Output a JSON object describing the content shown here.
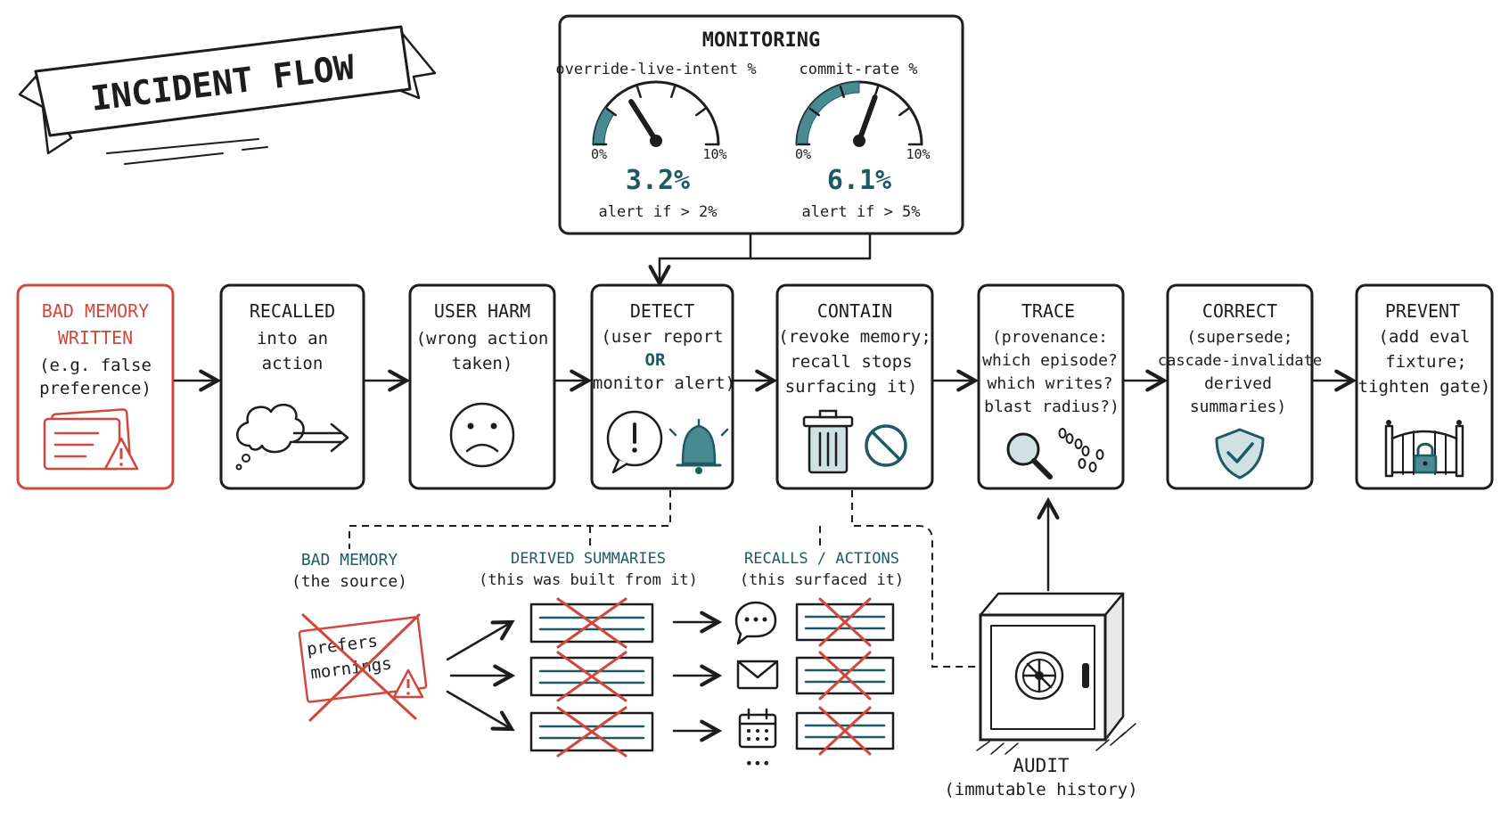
{
  "title": "INCIDENT FLOW",
  "colors": {
    "ink": "#1d1d1d",
    "alert_red": "#d2473c",
    "accent_teal": "#1e5a63"
  },
  "monitoring": {
    "title": "MONITORING",
    "gauges": [
      {
        "label": "override-live-intent %",
        "min": "0%",
        "max": "10%",
        "value": 3.2,
        "value_text": "3.2%",
        "threshold": 2,
        "alert_text": "alert if > 2%"
      },
      {
        "label": "commit-rate %",
        "min": "0%",
        "max": "10%",
        "value": 6.1,
        "value_text": "6.1%",
        "threshold": 5,
        "alert_text": "alert if > 5%"
      }
    ]
  },
  "steps": [
    {
      "id": "bad-memory",
      "title": [
        "BAD MEMORY",
        "WRITTEN"
      ],
      "desc": [
        "(e.g. false",
        "preference)"
      ],
      "icon": "warning-card-icon",
      "style": "alert"
    },
    {
      "id": "recalled",
      "title": [
        "RECALLED"
      ],
      "desc": [
        "into an",
        "action"
      ],
      "icon": "thought-arrow-icon"
    },
    {
      "id": "user-harm",
      "title": [
        "USER HARM"
      ],
      "desc": [
        "(wrong action",
        "taken)"
      ],
      "icon": "sad-face-icon"
    },
    {
      "id": "detect",
      "title": [
        "DETECT"
      ],
      "desc": [
        "(user report",
        "OR",
        "monitor alert)"
      ],
      "icon": "alert-bell-icon"
    },
    {
      "id": "contain",
      "title": [
        "CONTAIN"
      ],
      "desc": [
        "(revoke memory;",
        "recall stops",
        "surfacing it)"
      ],
      "icon": "trash-block-icon"
    },
    {
      "id": "trace",
      "title": [
        "TRACE"
      ],
      "desc": [
        "(provenance:",
        "which episode?",
        "which writes?",
        "blast radius?)"
      ],
      "icon": "magnifier-footprints-icon"
    },
    {
      "id": "correct",
      "title": [
        "CORRECT"
      ],
      "desc": [
        "(supersede;",
        "cascade-invalidate",
        "derived",
        "summaries)"
      ],
      "icon": "shield-check-icon"
    },
    {
      "id": "prevent",
      "title": [
        "PREVENT"
      ],
      "desc": [
        "(add eval",
        "fixture;",
        "tighten gate)"
      ],
      "icon": "locked-gate-icon"
    }
  ],
  "blast": {
    "source": {
      "title": "BAD MEMORY",
      "sub": "(the source)",
      "note": [
        "prefers",
        "mornings"
      ]
    },
    "derived": {
      "title": "DERIVED SUMMARIES",
      "sub": "(this was built from it)"
    },
    "recalls": {
      "title": "RECALLS / ACTIONS",
      "sub": "(this surfaced it)",
      "icons": [
        "chat-icon",
        "mail-icon",
        "calendar-icon"
      ],
      "more": "•••"
    }
  },
  "audit": {
    "title": "AUDIT",
    "sub": "(immutable history)"
  }
}
